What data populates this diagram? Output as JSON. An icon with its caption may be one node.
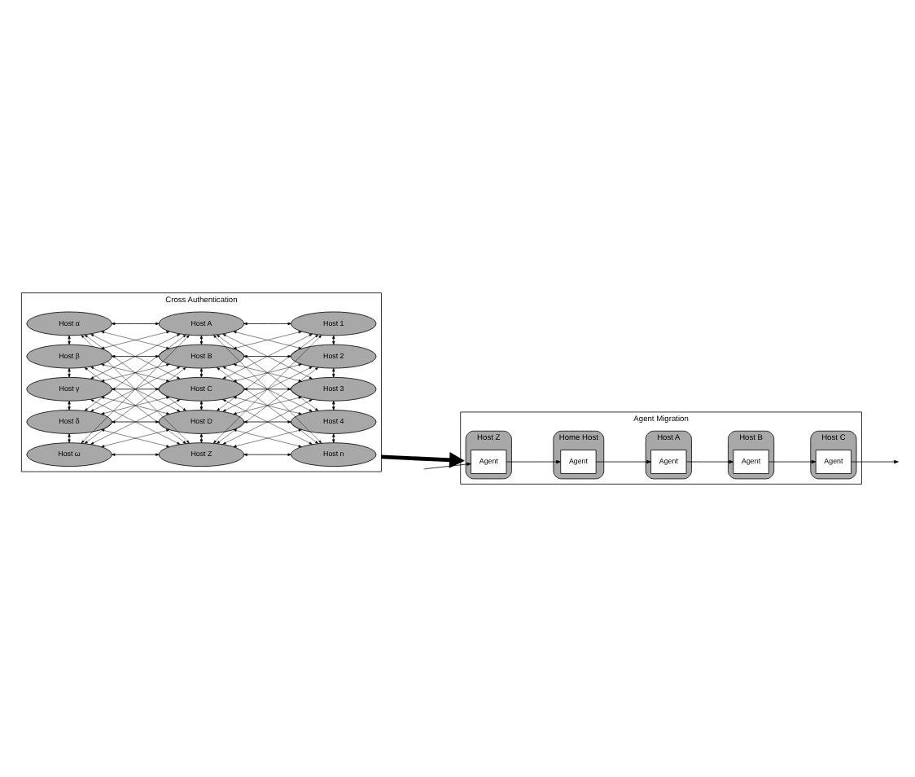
{
  "diagram": {
    "nodes": [
      {
        "text": [
          "Cross Authentication"
        ]
      },
      {
        "text": [
          "Host α"
        ],
        "in": 0
      },
      {
        "text": [
          "Host A"
        ],
        "in": 0
      },
      {
        "text": [
          "Host 1"
        ],
        "in": 0
      },
      {
        "text": [
          "Host β"
        ],
        "in": 0
      },
      {
        "text": [
          "Host B"
        ],
        "in": 0
      },
      {
        "text": [
          "Host 2"
        ],
        "in": 0
      },
      {
        "text": [
          "Host γ"
        ],
        "in": 0
      },
      {
        "text": [
          "Host C"
        ],
        "in": 0
      },
      {
        "text": [
          "Host 3"
        ],
        "in": 0
      },
      {
        "text": [
          "Host δ"
        ],
        "in": 0
      },
      {
        "text": [
          "Host D"
        ],
        "in": 0
      },
      {
        "text": [
          "Host 4"
        ],
        "in": 0
      },
      {
        "text": [
          "Host ω"
        ],
        "in": 0
      },
      {
        "text": [
          "Host Z"
        ],
        "in": 0
      },
      {
        "text": [
          "Host n"
        ],
        "in": 0
      },
      {
        "text": [
          "Agent Migration"
        ]
      },
      {
        "text": [
          "Home Host"
        ],
        "in": 16
      },
      {
        "text": [
          "Agent"
        ],
        "in": 17
      },
      {
        "text": [
          "Host Z"
        ],
        "in": 16
      },
      {
        "text": [
          "Agent"
        ],
        "in": 19
      },
      {
        "text": [
          "Host A"
        ],
        "in": 16
      },
      {
        "text": [
          "Agent"
        ],
        "in": 21
      },
      {
        "text": [
          "Host B"
        ],
        "in": 16
      },
      {
        "text": [
          "Agent"
        ],
        "in": 23
      },
      {
        "text": [
          "Host C"
        ],
        "in": 16
      },
      {
        "text": [
          "Agent"
        ],
        "in": 25
      }
    ],
    "edges": [
      {
        "from": 0,
        "to": 16,
        "arrow": "to",
        "style": "thick"
      },
      {
        "from": 1,
        "to": 2,
        "arrow": "both"
      },
      {
        "from": 1,
        "to": 5,
        "arrow": "both"
      },
      {
        "from": 1,
        "to": 8,
        "arrow": "both"
      },
      {
        "from": 1,
        "to": 11,
        "arrow": "both"
      },
      {
        "from": 1,
        "to": 14,
        "arrow": "both"
      },
      {
        "from": 4,
        "to": 2,
        "arrow": "both"
      },
      {
        "from": 4,
        "to": 5,
        "arrow": "both"
      },
      {
        "from": 4,
        "to": 8,
        "arrow": "both"
      },
      {
        "from": 4,
        "to": 11,
        "arrow": "both"
      },
      {
        "from": 4,
        "to": 14,
        "arrow": "both"
      },
      {
        "from": 7,
        "to": 2,
        "arrow": "both"
      },
      {
        "from": 7,
        "to": 5,
        "arrow": "both"
      },
      {
        "from": 7,
        "to": 8,
        "arrow": "both"
      },
      {
        "from": 7,
        "to": 11,
        "arrow": "both"
      },
      {
        "from": 7,
        "to": 14,
        "arrow": "both"
      },
      {
        "from": 10,
        "to": 2,
        "arrow": "both"
      },
      {
        "from": 10,
        "to": 5,
        "arrow": "both"
      },
      {
        "from": 10,
        "to": 8,
        "arrow": "both"
      },
      {
        "from": 10,
        "to": 11,
        "arrow": "both"
      },
      {
        "from": 10,
        "to": 14,
        "arrow": "both"
      },
      {
        "from": 13,
        "to": 2,
        "arrow": "both"
      },
      {
        "from": 13,
        "to": 5,
        "arrow": "both"
      },
      {
        "from": 13,
        "to": 8,
        "arrow": "both"
      },
      {
        "from": 13,
        "to": 11,
        "arrow": "both"
      },
      {
        "from": 13,
        "to": 14,
        "arrow": "both"
      },
      {
        "from": 2,
        "to": 3,
        "arrow": "both"
      },
      {
        "from": 2,
        "to": 6,
        "arrow": "both"
      },
      {
        "from": 2,
        "to": 9,
        "arrow": "both"
      },
      {
        "from": 2,
        "to": 12,
        "arrow": "both"
      },
      {
        "from": 2,
        "to": 15,
        "arrow": "both"
      },
      {
        "from": 5,
        "to": 3,
        "arrow": "both"
      },
      {
        "from": 5,
        "to": 6,
        "arrow": "both"
      },
      {
        "from": 5,
        "to": 9,
        "arrow": "both"
      },
      {
        "from": 5,
        "to": 12,
        "arrow": "both"
      },
      {
        "from": 5,
        "to": 15,
        "arrow": "both"
      },
      {
        "from": 8,
        "to": 3,
        "arrow": "both"
      },
      {
        "from": 8,
        "to": 6,
        "arrow": "both"
      },
      {
        "from": 8,
        "to": 9,
        "arrow": "both"
      },
      {
        "from": 8,
        "to": 12,
        "arrow": "both"
      },
      {
        "from": 8,
        "to": 15,
        "arrow": "both"
      },
      {
        "from": 11,
        "to": 3,
        "arrow": "both"
      },
      {
        "from": 11,
        "to": 6,
        "arrow": "both"
      },
      {
        "from": 11,
        "to": 9,
        "arrow": "both"
      },
      {
        "from": 11,
        "to": 12,
        "arrow": "both"
      },
      {
        "from": 11,
        "to": 15,
        "arrow": "both"
      },
      {
        "from": 14,
        "to": 3,
        "arrow": "both"
      },
      {
        "from": 14,
        "to": 6,
        "arrow": "both"
      },
      {
        "from": 14,
        "to": 9,
        "arrow": "both"
      },
      {
        "from": 14,
        "to": 12,
        "arrow": "both"
      },
      {
        "from": 14,
        "to": 15,
        "arrow": "both"
      },
      {
        "from": 4,
        "to": 1,
        "arrow": "both"
      },
      {
        "from": 7,
        "to": 4,
        "arrow": "both"
      },
      {
        "from": 10,
        "to": 7,
        "arrow": "both"
      },
      {
        "from": 13,
        "to": 10,
        "arrow": "both"
      },
      {
        "from": 5,
        "to": 2,
        "arrow": "both"
      },
      {
        "from": 8,
        "to": 5,
        "arrow": "both"
      },
      {
        "from": 11,
        "to": 8,
        "arrow": "both"
      },
      {
        "from": 14,
        "to": 11,
        "arrow": "both"
      },
      {
        "from": 6,
        "to": 3,
        "arrow": "both"
      },
      {
        "from": 9,
        "to": 6,
        "arrow": "both"
      },
      {
        "from": 12,
        "to": 9,
        "arrow": "both"
      },
      {
        "from": 15,
        "to": 12,
        "arrow": "both"
      },
      {
        "from": 20,
        "to": 18,
        "arrow": "to"
      },
      {
        "from": 18,
        "to": 22,
        "arrow": "to"
      },
      {
        "from": 22,
        "to": 24,
        "arrow": "to"
      },
      {
        "from": 24,
        "to": 26,
        "arrow": "to"
      },
      {
        "from": 26,
        "to": null,
        "arrow": "to"
      },
      {
        "from": null,
        "to": 20,
        "arrow": "to"
      }
    ]
  }
}
